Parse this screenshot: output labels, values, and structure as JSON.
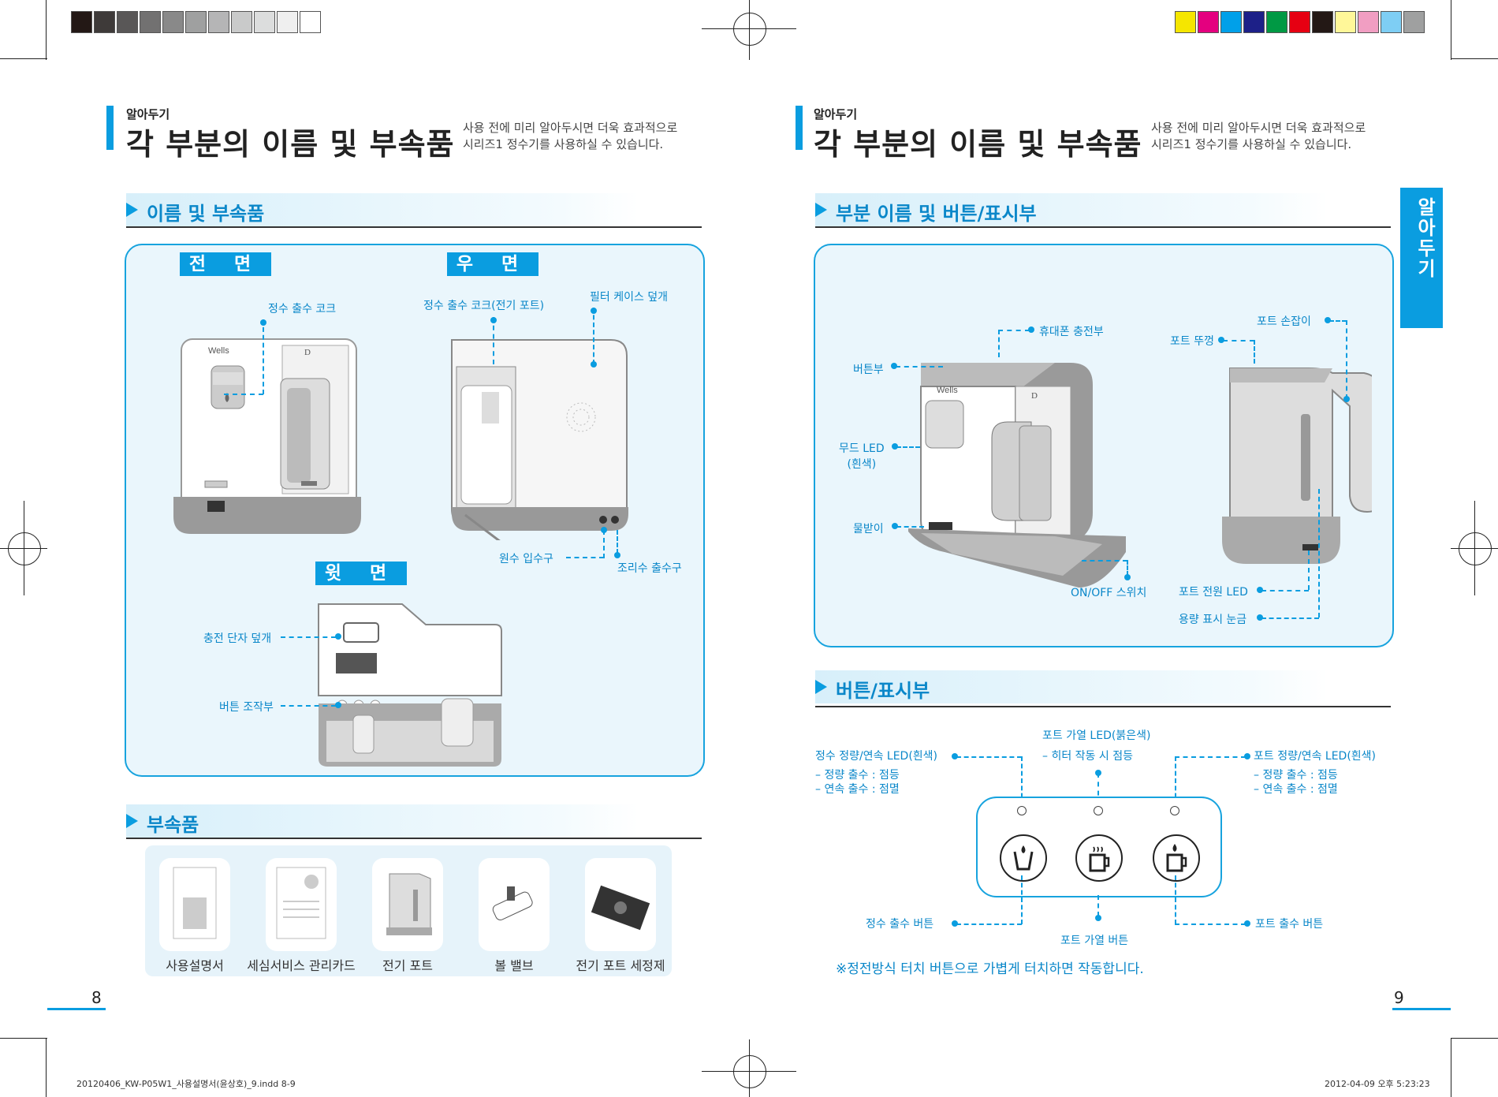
{
  "left_page": {
    "tag": "알아두기",
    "title": "각 부분의 이름 및 부속품",
    "intro_line1": "사용 전에 미리 알아두시면 더욱 효과적으로",
    "intro_line2": "시리즈1 정수기를 사용하실 수 있습니다.",
    "section1": "이름 및 부속품",
    "front_label": "전 면",
    "right_label": "우 면",
    "top_label": "윗 면",
    "front_callouts": {
      "faucet": "정수 출수 코크"
    },
    "right_callouts": {
      "faucet_kettle": "정수 출수 코크(전기 포트)",
      "filter_cover": "필터 케이스 덮개",
      "water_inlet": "원수 입수구",
      "cooking_outlet": "조리수 출수구"
    },
    "top_callouts": {
      "charge_cover": "충전 단자 덮개",
      "button_panel": "버튼 조작부"
    },
    "section2": "부속품",
    "accessories": [
      "사용설명서",
      "세심서비스 관리카드",
      "전기 포트",
      "볼 밸브",
      "전기 포트 세정제"
    ],
    "page_number": "8",
    "brand": "Wells"
  },
  "right_page": {
    "tag": "알아두기",
    "title": "각 부분의 이름 및 부속품",
    "intro_line1": "사용 전에 미리 알아두시면 더욱 효과적으로",
    "intro_line2": "시리즈1 정수기를 사용하실 수 있습니다.",
    "section1": "부분 이름 및 버튼/표시부",
    "callouts": {
      "phone_charge": "휴대폰 충전부",
      "button_part": "버튼부",
      "mood_led_1": "무드 LED",
      "mood_led_2": "(흰색)",
      "drip_tray": "물받이",
      "onoff": "ON/OFF 스위치",
      "pot_handle": "포트 손잡이",
      "pot_lid": "포트 뚜껑",
      "pot_power_led": "포트 전원 LED",
      "capacity_scale": "용량 표시 눈금"
    },
    "section2": "버튼/표시부",
    "buttons": {
      "left_led": "정수 정량/연속 LED(흰색)",
      "left_led_d1": "– 정량 출수 : 점등",
      "left_led_d2": "– 연속 출수 : 점멸",
      "mid_led": "포트 가열 LED(붉은색)",
      "mid_led_d1": "– 히터 작동 시 점등",
      "right_led": "포트 정량/연속 LED(흰색)",
      "right_led_d1": "– 정량 출수 : 점등",
      "right_led_d2": "– 연속 출수 : 점멸",
      "water_btn": "정수 출수 버튼",
      "heat_btn": "포트 가열 버튼",
      "pot_btn": "포트 출수 버튼"
    },
    "note": "※정전방식 터치 버튼으로 가볍게 터치하면 작동합니다.",
    "side_tab": "알아두기",
    "page_number": "9"
  },
  "footer": {
    "file": "20120406_KW-P05W1_사용설명서(윤상호)_9.indd   8-9",
    "timestamp": "2012-04-09   오후 5:23:23"
  },
  "colors": {
    "accent": "#0a9de0",
    "panel_bg": "#eaf6fc",
    "color_bar": [
      "#f5e600",
      "#e4007f",
      "#00a0e9",
      "#1d2088",
      "#009944",
      "#e60012",
      "#231815",
      "#fff799",
      "#f19ec2",
      "#7ecef4",
      "#9fa0a0"
    ],
    "gray_bar": [
      "#231815",
      "#3e3a39",
      "#595757",
      "#727171",
      "#898989",
      "#9fa0a0",
      "#b5b5b6",
      "#c9caca",
      "#dcdddd",
      "#efefef",
      "#ffffff"
    ]
  }
}
